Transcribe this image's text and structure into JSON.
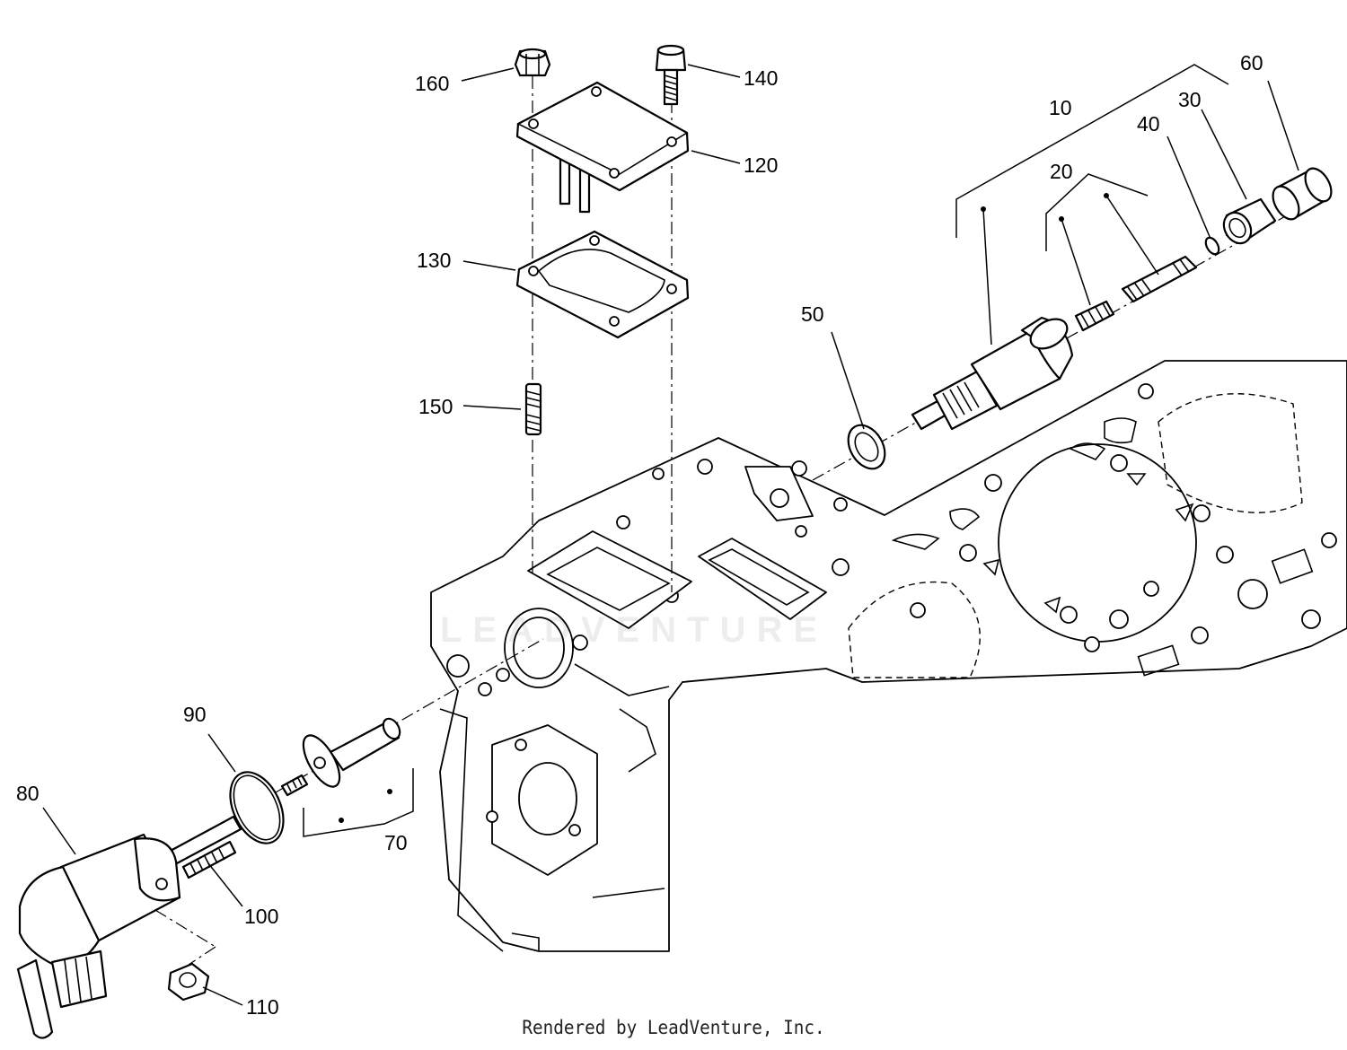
{
  "labels": {
    "p10": "10",
    "p20": "20",
    "p30": "30",
    "p40": "40",
    "p50": "50",
    "p60": "60",
    "p70": "70",
    "p80": "80",
    "p90": "90",
    "p100": "100",
    "p110": "110",
    "p120": "120",
    "p130": "130",
    "p140": "140",
    "p150": "150",
    "p160": "160"
  },
  "watermark": "LEADVENTURE",
  "footer": "Rendered by LeadVenture, Inc."
}
